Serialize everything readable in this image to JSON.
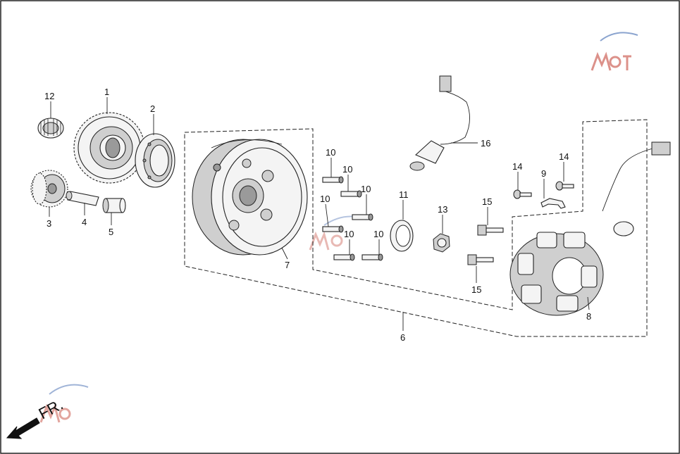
{
  "diagram": {
    "direction_label": "FR.",
    "callouts": [
      {
        "id": "c1",
        "text": "1"
      },
      {
        "id": "c2",
        "text": "2"
      },
      {
        "id": "c3",
        "text": "3"
      },
      {
        "id": "c4",
        "text": "4"
      },
      {
        "id": "c5",
        "text": "5"
      },
      {
        "id": "c6",
        "text": "6"
      },
      {
        "id": "c7",
        "text": "7"
      },
      {
        "id": "c8",
        "text": "8"
      },
      {
        "id": "c9",
        "text": "9"
      },
      {
        "id": "c10a",
        "text": "10"
      },
      {
        "id": "c10b",
        "text": "10"
      },
      {
        "id": "c10c",
        "text": "10"
      },
      {
        "id": "c10d",
        "text": "10"
      },
      {
        "id": "c10e",
        "text": "10"
      },
      {
        "id": "c10f",
        "text": "10"
      },
      {
        "id": "c11",
        "text": "11"
      },
      {
        "id": "c12",
        "text": "12"
      },
      {
        "id": "c13",
        "text": "13"
      },
      {
        "id": "c14a",
        "text": "14"
      },
      {
        "id": "c14b",
        "text": "14"
      },
      {
        "id": "c15a",
        "text": "15"
      },
      {
        "id": "c15b",
        "text": "15"
      },
      {
        "id": "c16",
        "text": "16"
      }
    ],
    "colors": {
      "line": "#222222",
      "background": "#ffffff",
      "watermark": "#c0392b",
      "watermark_accent": "#2e5aa8"
    }
  }
}
